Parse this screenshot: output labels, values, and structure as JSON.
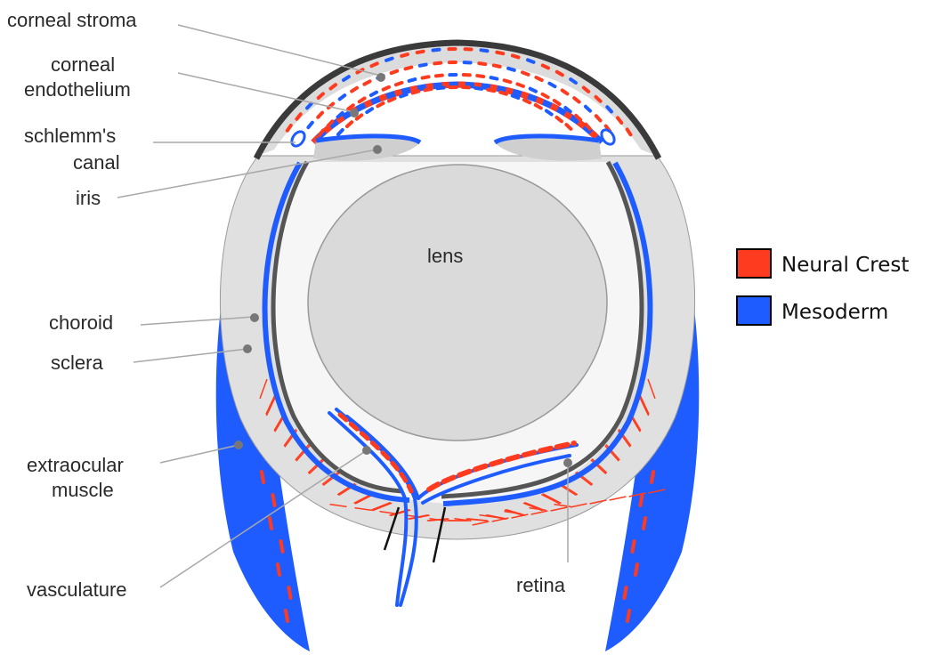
{
  "labels": {
    "corneal_stroma": "corneal stroma",
    "corneal_endothelium_line1": "corneal",
    "corneal_endothelium_line2": "endothelium",
    "schlemms_canal_line1": "schlemm's",
    "schlemms_canal_line2": "canal",
    "iris": "iris",
    "lens": "lens",
    "choroid": "choroid",
    "sclera": "sclera",
    "extraocular_muscle_line1": "extraocular",
    "extraocular_muscle_line2": "muscle",
    "vasculature": "vasculature",
    "retina": "retina"
  },
  "legend": {
    "items": [
      {
        "label": "Neural Crest",
        "color": "#ff3b1f"
      },
      {
        "label": "Mesoderm",
        "color": "#1f5cff"
      }
    ]
  },
  "colors": {
    "neural_crest": "#ff3b1f",
    "mesoderm": "#1f5cff",
    "tissue": "#e0e0e0",
    "outline": "#555555",
    "cornea_surface": "#3a3a3a"
  }
}
